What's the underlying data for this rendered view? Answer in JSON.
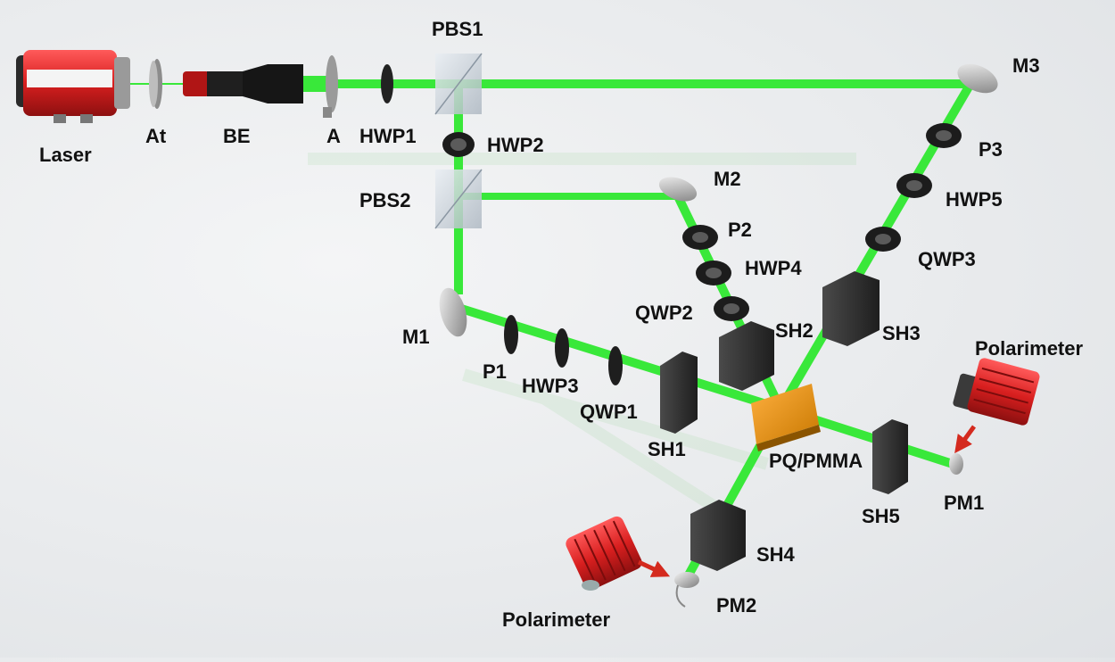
{
  "labels": {
    "laser": "Laser",
    "at": "At",
    "be": "BE",
    "a": "A",
    "hwp1": "HWP1",
    "pbs1": "PBS1",
    "hwp2": "HWP2",
    "pbs2": "PBS2",
    "m1": "M1",
    "m2": "M2",
    "m3": "M3",
    "p1": "P1",
    "hwp3": "HWP3",
    "qwp1": "QWP1",
    "sh1": "SH1",
    "p2": "P2",
    "hwp4": "HWP4",
    "qwp2": "QWP2",
    "sh2": "SH2",
    "p3": "P3",
    "hwp5": "HWP5",
    "qwp3": "QWP3",
    "sh3": "SH3",
    "sample": "PQ/PMMA",
    "sh4": "SH4",
    "sh5": "SH5",
    "pm1": "PM1",
    "pm2": "PM2",
    "polarimeter_top": "Polarimeter",
    "polarimeter_bottom": "Polarimeter"
  },
  "colors": {
    "beam": "#39e83a",
    "laser_body": "#e02828",
    "shutter": "#2c2c2c",
    "sample": "#f0a020",
    "arrow": "#d42a1e"
  }
}
